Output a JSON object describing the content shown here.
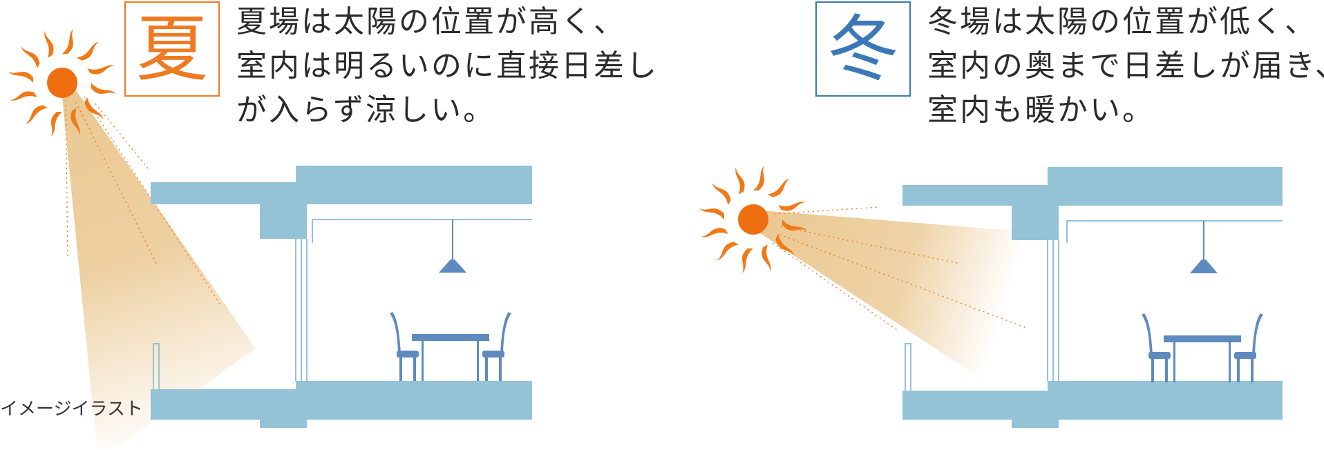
{
  "summer": {
    "label": "夏",
    "lines": [
      "夏場は太陽の位置が高く、",
      "室内は明るいのに直接日差し",
      "が入らず涼しい。"
    ],
    "accent_color": "#ee7a22"
  },
  "winter": {
    "label": "冬",
    "lines": [
      "冬場は太陽の位置が低く、",
      "室内の奥まで日差しが届き、",
      "室内も暖かい。"
    ],
    "accent_color": "#3a78b8"
  },
  "caption": "イメージイラスト",
  "icons": {
    "sun": "sun-icon",
    "lamp": "pendant-lamp-icon",
    "chair": "chair-icon",
    "table": "table-icon"
  },
  "colors": {
    "building": "#94c2d6",
    "furniture": "#5f8ac0",
    "sun_rays": "#f07a18",
    "sunlight": "#e9c48a"
  }
}
